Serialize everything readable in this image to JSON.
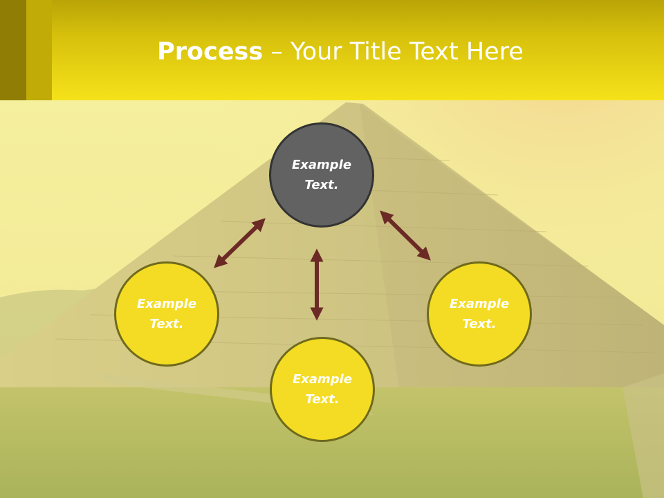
{
  "title": {
    "bold": "Process",
    "rest": " – Your Title Text Here"
  },
  "nodes": {
    "top": "Example Text.",
    "left": "Example Text.",
    "right": "Example Text.",
    "bottom": "Example Text."
  },
  "colors": {
    "header": "#f5e21a",
    "node_yellow": "#f4dc24",
    "node_dark": "#626262",
    "arrow": "#6b2a26"
  },
  "icons": [
    "double-arrow-icon"
  ]
}
